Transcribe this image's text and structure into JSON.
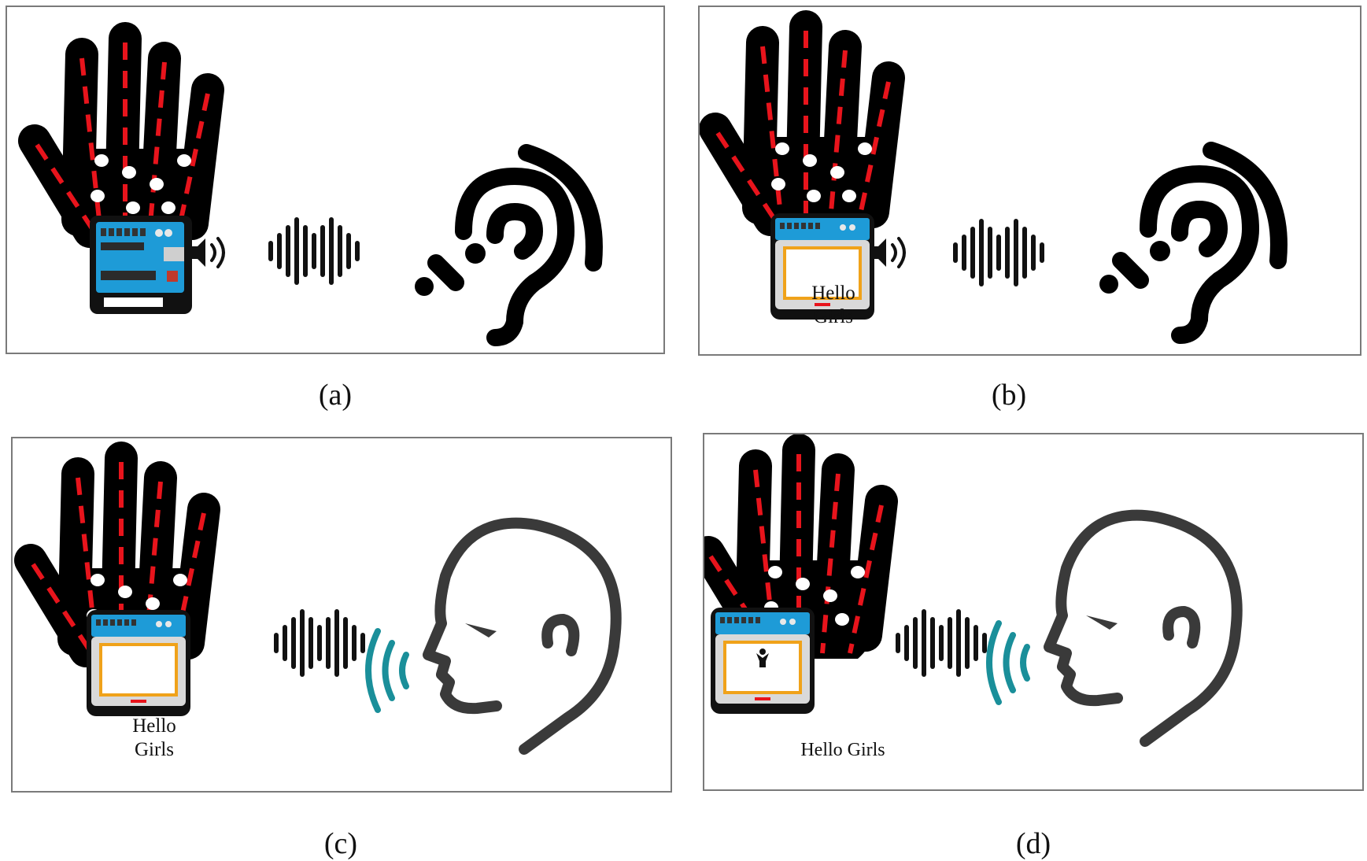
{
  "panels": [
    {
      "id": "a",
      "caption": "(a)",
      "device": "board",
      "receiver": "hearing-icon",
      "screen_lines": [],
      "screen_figure": false
    },
    {
      "id": "b",
      "caption": "(b)",
      "device": "display",
      "receiver": "hearing-icon",
      "screen_lines": [
        "Hello",
        "Girls"
      ],
      "screen_figure": false
    },
    {
      "id": "c",
      "caption": "(c)",
      "device": "display",
      "receiver": "speaking-head-icon",
      "screen_lines": [
        "Hello",
        "Girls"
      ],
      "screen_figure": false
    },
    {
      "id": "d",
      "caption": "(d)",
      "device": "display",
      "receiver": "speaking-head-icon",
      "screen_lines": [
        "Hello Girls"
      ],
      "screen_figure": true
    }
  ],
  "colors": {
    "glove": "#000000",
    "sensor_line": "#e8141c",
    "board": "#1e9bd7",
    "screen_frame": "#f0a21a",
    "speech_wave": "#1a8f9a",
    "head_outline": "#3a3a3a",
    "panel_border": "#7a7a7a"
  }
}
